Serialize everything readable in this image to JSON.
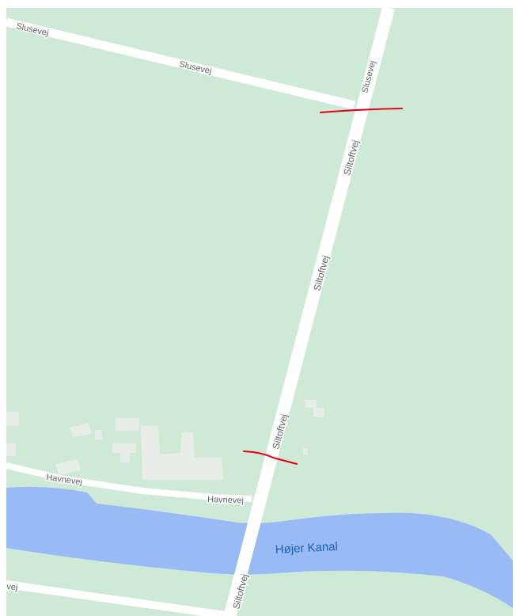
{
  "map": {
    "colors": {
      "land": "#cfe9d7",
      "road": "#ffffff",
      "water": "#99bbf5",
      "building": "#e8ede9",
      "marker": "#e3001b",
      "label": "#5f6368",
      "water_label": "#1a5fb4"
    },
    "roads": {
      "slusevej": {
        "name": "Slusevej",
        "labels": [
          "Slusevej",
          "Slusevej",
          "Slusevej"
        ]
      },
      "siltoftvej": {
        "name": "Siltoftvej",
        "labels": [
          "Siltoftvej",
          "Siltoftvej",
          "Siltoftvej",
          "Siltoftvej"
        ]
      },
      "havnevej": {
        "name": "Havnevej",
        "labels": [
          "Havnevej",
          "Havnevej"
        ]
      },
      "southwest_road": {
        "label": "vej"
      }
    },
    "water": {
      "name": "Højer Kanal"
    },
    "annotations": {
      "marker_icon": "hand-drawn-red-line",
      "count": 2
    }
  }
}
